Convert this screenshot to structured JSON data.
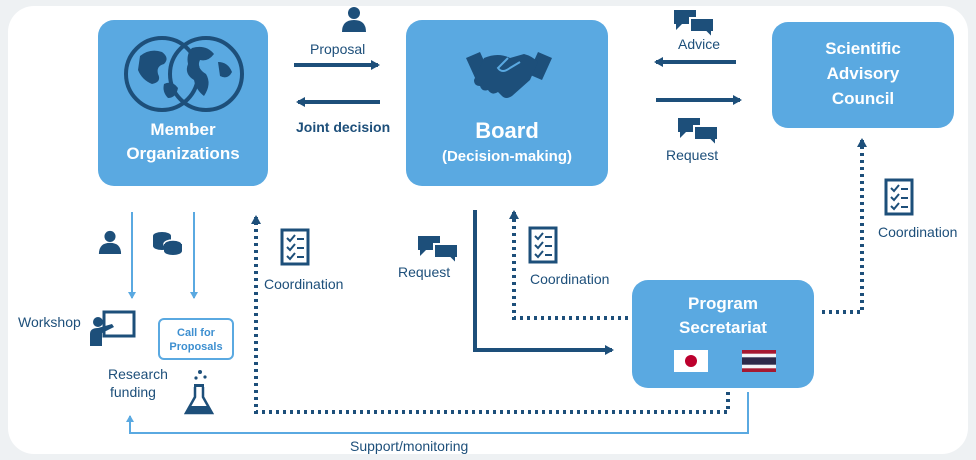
{
  "nodes": {
    "member_organizations": [
      "Member",
      "Organizations"
    ],
    "board": {
      "title": "Board",
      "subtitle": "(Decision-making)"
    },
    "scientific_advisory_council": [
      "Scientific",
      "Advisory",
      "Council"
    ],
    "program_secretariat": [
      "Program",
      "Secretariat"
    ]
  },
  "edges": {
    "proposal": "Proposal",
    "joint_decision": "Joint decision",
    "advice": "Advice",
    "request_top": "Request",
    "request_mid": "Request",
    "coordination_left": "Coordination",
    "coordination_mid": "Coordination",
    "coordination_right": "Coordination",
    "support_monitoring": "Support/monitoring"
  },
  "activities": {
    "workshop": "Workshop",
    "call_for_proposals": [
      "Call for",
      "Proposals"
    ],
    "research_funding": [
      "Research",
      "funding"
    ]
  },
  "colors": {
    "box_fill": "#5aa9e1",
    "arrow": "#1d4f7a",
    "text": "#1d4f7a",
    "flag_japan_red": "#bc002d",
    "flag_thailand_red": "#a51931",
    "flag_thailand_blue": "#2d2a4a"
  },
  "flags": [
    "japan-flag",
    "thailand-flag"
  ]
}
